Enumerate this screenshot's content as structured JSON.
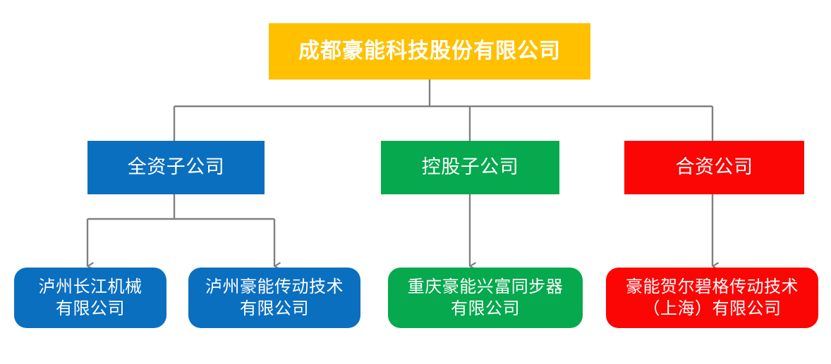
{
  "diagram": {
    "type": "organization-chart",
    "orientation": "top-down",
    "background_color": "#FFFFFF",
    "connector_color": "#808080"
  },
  "root": {
    "label": "成都豪能科技股份有限公司",
    "color": "#FFC000",
    "text_color": "#FFFFFF"
  },
  "categories": [
    {
      "id": "wholly-owned",
      "label": "全资子公司",
      "color": "#0B6FC0",
      "text_color": "#FFFFFF"
    },
    {
      "id": "holding",
      "label": "控股子公司",
      "color": "#06A94D",
      "text_color": "#FFFFFF"
    },
    {
      "id": "joint-venture",
      "label": "合资公司",
      "color": "#FC0505",
      "text_color": "#FFFFFF"
    }
  ],
  "companies": [
    {
      "id": "luzhou-changjiang",
      "label": "泸州长江机械\n有限公司",
      "parent": "wholly-owned",
      "color": "#0B6FC0",
      "text_color": "#FFFFFF"
    },
    {
      "id": "luzhou-haoneng",
      "label": "泸州豪能传动技术\n有限公司",
      "parent": "wholly-owned",
      "color": "#0B6FC0",
      "text_color": "#FFFFFF"
    },
    {
      "id": "chongqing-xingfu",
      "label": "重庆豪能兴富同步器\n有限公司",
      "parent": "holding",
      "color": "#06A94D",
      "text_color": "#FFFFFF"
    },
    {
      "id": "hoerbiger-shanghai",
      "label": "豪能贺尔碧格传动技术\n（上海）有限公司",
      "parent": "joint-venture",
      "color": "#FC0505",
      "text_color": "#FFFFFF"
    }
  ]
}
